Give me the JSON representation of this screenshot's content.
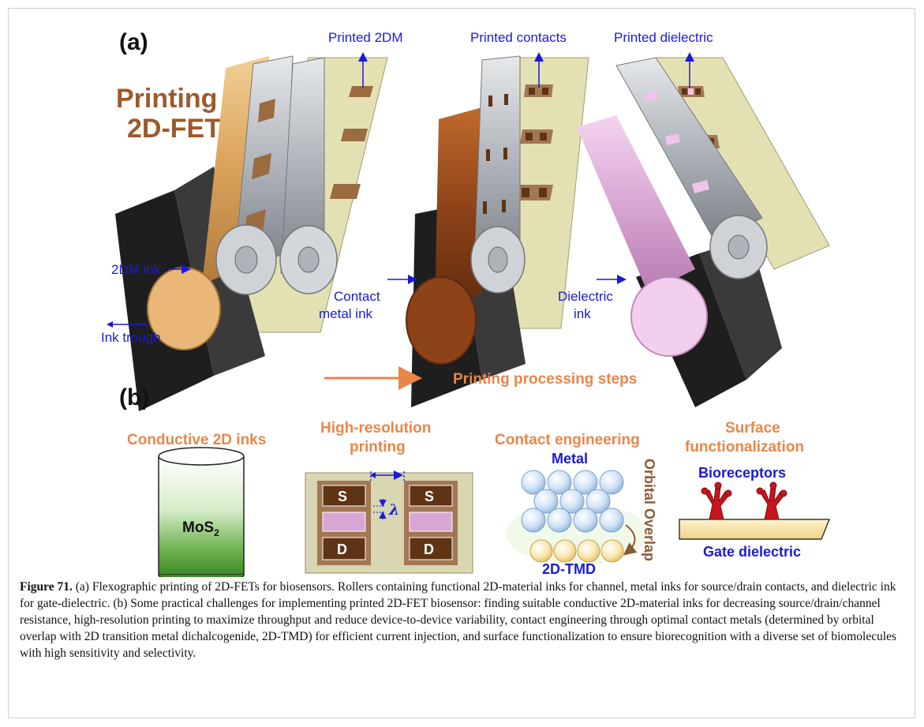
{
  "panel_a": {
    "label": "(a)",
    "title_line1": "Printing of",
    "title_line2": "2D-FETs",
    "callouts": {
      "printed_2dm": "Printed 2DM",
      "printed_contacts": "Printed contacts",
      "printed_dielectric": "Printed dielectric",
      "ink_2dm": "2DM ink",
      "ink_trough": "Ink trough",
      "contact_line1": "Contact",
      "contact_line2": "metal ink",
      "dielectric_line1": "Dielectric",
      "dielectric_line2": "ink"
    },
    "process_label": "Printing processing steps"
  },
  "panel_b": {
    "label": "(b)",
    "conductive": {
      "title": "Conductive 2D inks",
      "vial_label_main": "MoS",
      "vial_label_sub": "2"
    },
    "resolution": {
      "title_line1": "High-resolution",
      "title_line2": "printing",
      "source": "S",
      "drain": "D",
      "lambda": "λ"
    },
    "contact": {
      "title": "Contact engineering",
      "metal": "Metal",
      "tmd": "2D-TMD",
      "overlap": "Orbital Overlap"
    },
    "surface": {
      "title_line1": "Surface",
      "title_line2": "functionalization",
      "bioreceptors": "Bioreceptors",
      "gate": "Gate dielectric"
    }
  },
  "caption": {
    "label": "Figure 71.",
    "text": " (a) Flexographic printing of 2D-FETs for biosensors. Rollers containing functional 2D-material inks for channel, metal inks for source/drain contacts, and dielectric ink for gate-dielectric. (b) Some practical challenges for implementing printed 2D-FET biosensor: finding suitable conductive 2D-material inks for decreasing source/drain/channel resistance, high-resolution printing to maximize throughput and reduce device-to-device variability, contact engineering through optimal contact metals (determined by orbital overlap with 2D transition metal dichalcogenide, 2D-TMD) for efficient current injection, and surface functionalization to ensure biorecognition with a diverse set of biomolecules with high sensitivity and selectivity."
  },
  "colors": {
    "label_blue": "#1a1ad6",
    "accent_orange": "#e8864a",
    "brown_title": "#9c5a2c",
    "trough": "#2b2b2b",
    "roller_gray": "#b4b9bf",
    "web_cream": "#e3e0b4",
    "ink_2dm": "#e7b46c",
    "ink_metal": "#9a4b1c",
    "ink_dielectric": "#f0c4ea",
    "pad_brown": "#8a5a34"
  }
}
